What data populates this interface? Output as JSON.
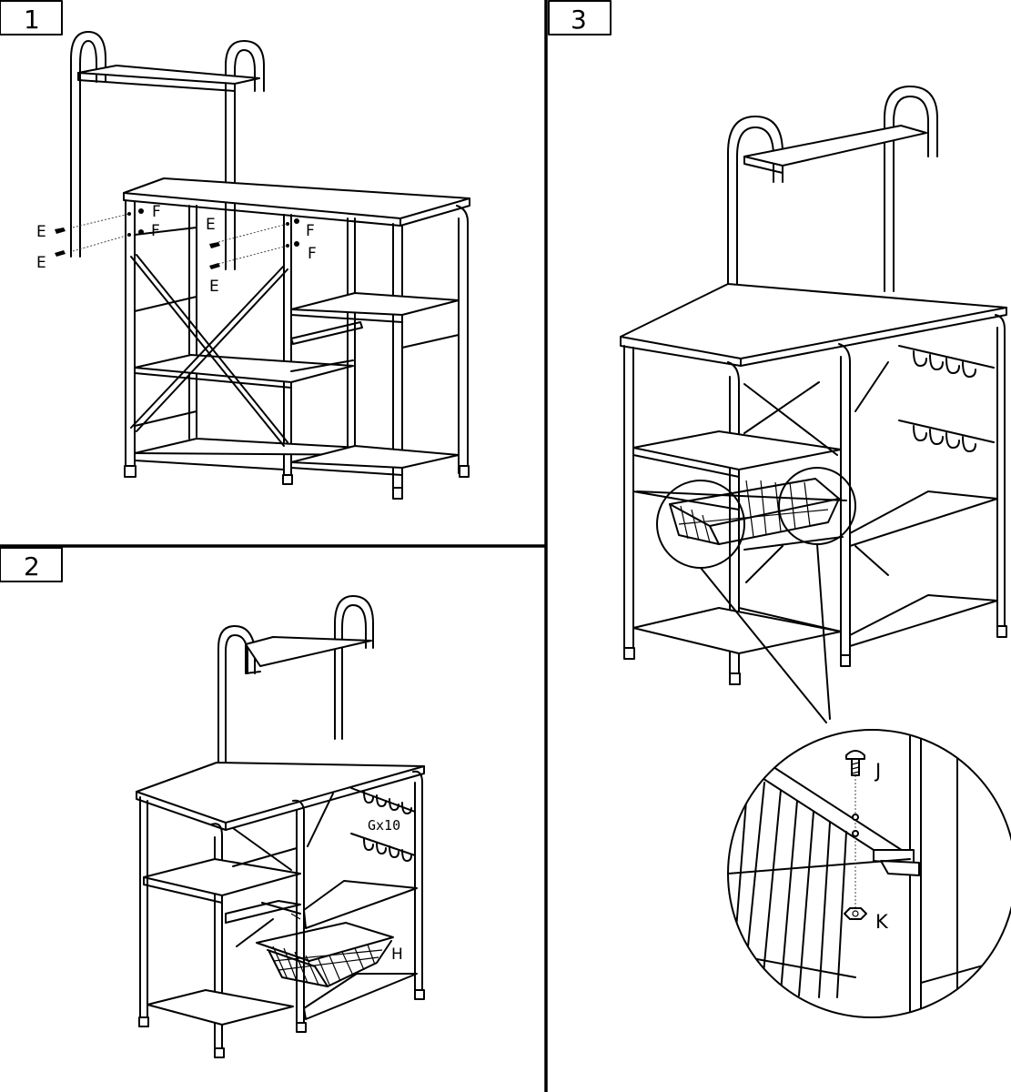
{
  "panels": [
    {
      "step": "1"
    },
    {
      "step": "2"
    },
    {
      "step": "3"
    }
  ],
  "step1": {
    "screw_label": "E",
    "pin_label": "F"
  },
  "step2": {
    "hook_label": "Gx10",
    "basket_label": "H"
  },
  "step3": {
    "bolt_label": "J",
    "nut_label": "K"
  },
  "colors": {
    "line": "#000000",
    "background": "#ffffff"
  }
}
